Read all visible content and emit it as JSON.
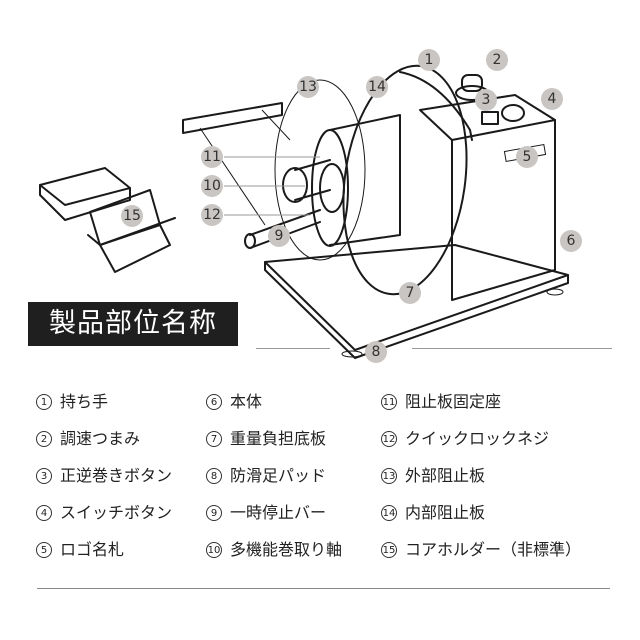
{
  "title": "製品部位名称",
  "callouts": [
    "1",
    "2",
    "3",
    "4",
    "5",
    "6",
    "7",
    "8",
    "9",
    "10",
    "11",
    "12",
    "13",
    "14",
    "15"
  ],
  "legend": [
    {
      "num": "1",
      "label": "持ち手"
    },
    {
      "num": "2",
      "label": "調速つまみ"
    },
    {
      "num": "3",
      "label": "正逆巻きボタン"
    },
    {
      "num": "4",
      "label": "スイッチボタン"
    },
    {
      "num": "5",
      "label": "ロゴ名札"
    },
    {
      "num": "6",
      "label": "本体"
    },
    {
      "num": "7",
      "label": "重量負担底板"
    },
    {
      "num": "8",
      "label": "防滑足パッド"
    },
    {
      "num": "9",
      "label": "一時停止バー"
    },
    {
      "num": "10",
      "label": "多機能巻取り軸"
    },
    {
      "num": "11",
      "label": "阻止板固定座"
    },
    {
      "num": "12",
      "label": "クイックロックネジ"
    },
    {
      "num": "13",
      "label": "外部阻止板"
    },
    {
      "num": "14",
      "label": "内部阻止板"
    },
    {
      "num": "15",
      "label": "コアホルダー（非標準）"
    }
  ]
}
